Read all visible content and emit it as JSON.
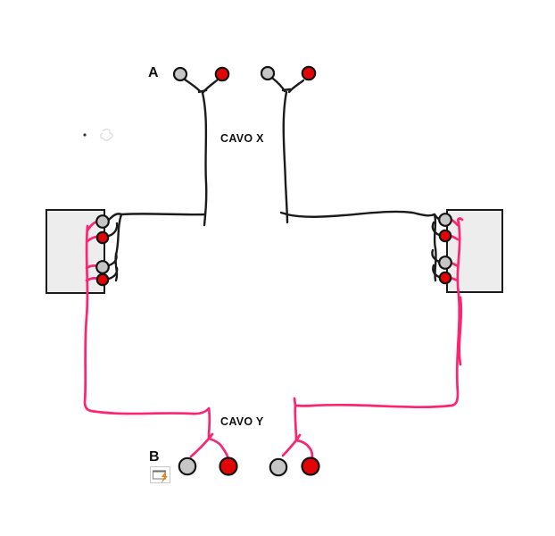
{
  "diagram": {
    "type": "hand-drawn wiring diagram",
    "labels": {
      "connector_a": "A",
      "connector_b": "B",
      "cable_x": "CAVO X",
      "cable_y": "CAVO Y"
    },
    "connectors": {
      "a": {
        "label": "A",
        "pairs": 2,
        "terminals": [
          "gray",
          "red"
        ]
      },
      "b": {
        "label": "B",
        "pairs": 2,
        "terminals": [
          "gray",
          "red"
        ]
      }
    },
    "devices": {
      "left_box_terminals": [
        "gray",
        "red",
        "gray",
        "red"
      ],
      "right_box_terminals": [
        "gray",
        "red",
        "gray",
        "red"
      ]
    }
  },
  "colors": {
    "wire_black": "#1b1b1b",
    "wire_pink": "#fb2573",
    "terminal_gray": "#c6c6c6",
    "terminal_red": "#e10505",
    "box_fill": "#ededed",
    "box_border": "#1b1b1b",
    "paste_icon_orange": "#e8820c"
  },
  "icons": {
    "paste_options": "paste-options-icon"
  }
}
